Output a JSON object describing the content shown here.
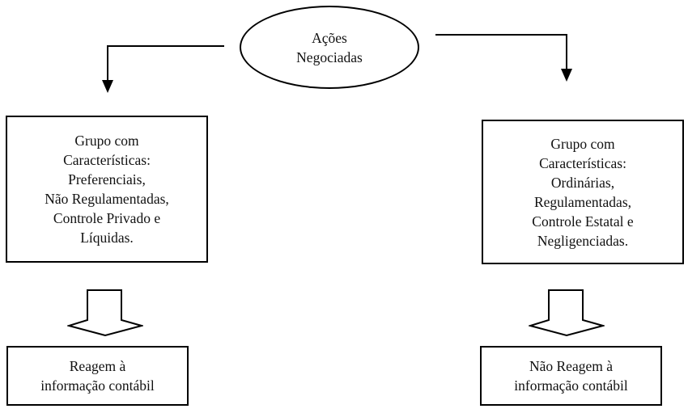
{
  "diagram": {
    "title_hint": "Flowchart of traded shares groups and reaction to accounting information",
    "colors": {
      "stroke": "#000000",
      "background": "#ffffff",
      "text": "#111111"
    },
    "root": {
      "lines": [
        "Ações",
        "Negociadas"
      ]
    },
    "left_group": {
      "lines": [
        "Grupo com",
        "Características:",
        "Preferenciais,",
        "Não Regulamentadas,",
        "Controle Privado e",
        "Líquidas."
      ]
    },
    "right_group": {
      "lines": [
        "Grupo com",
        "Características:",
        "Ordinárias,",
        "Regulamentadas,",
        "Controle Estatal e",
        "Negligenciadas."
      ]
    },
    "left_result": {
      "lines": [
        "Reagem à",
        "informação contábil"
      ]
    },
    "right_result": {
      "lines": [
        "Não Reagem à",
        "informação contábil"
      ]
    }
  }
}
